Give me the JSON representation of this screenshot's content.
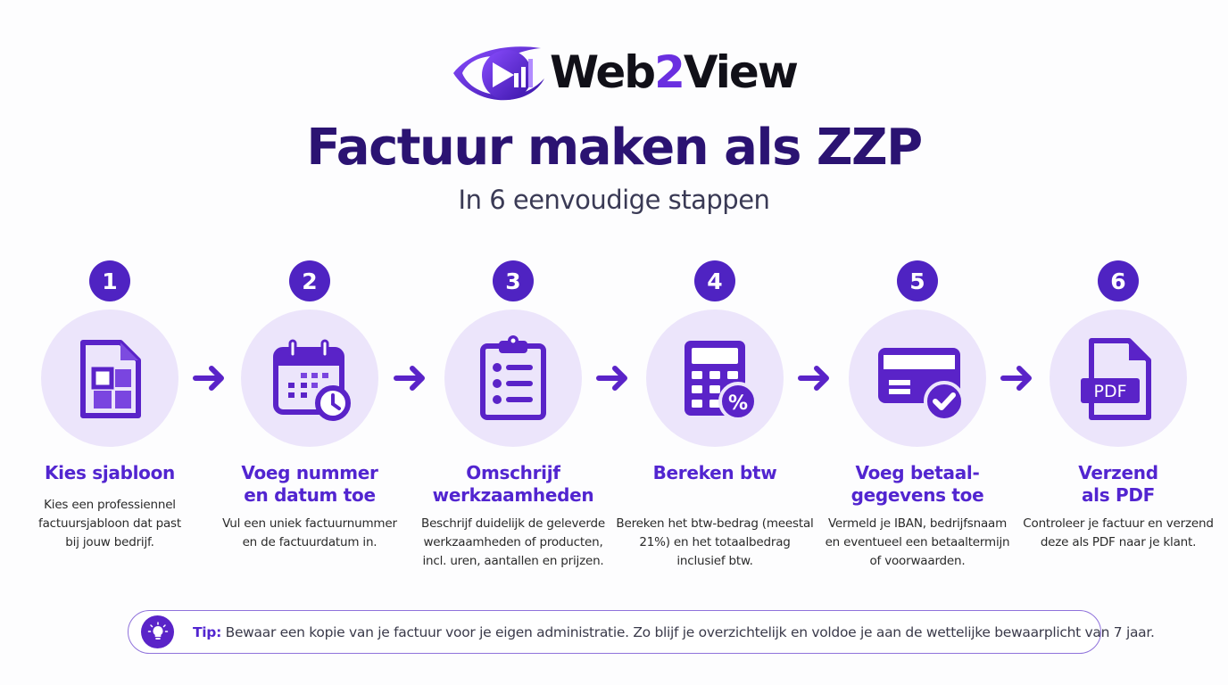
{
  "brand": {
    "logo_text_part1": "Web",
    "logo_text_part2": "2",
    "logo_text_part3": "View",
    "accent_color": "#6a2fe0"
  },
  "header": {
    "title": "Factuur maken als ZZP",
    "subtitle": "In 6 eenvoudige stappen"
  },
  "steps": [
    {
      "number": "1",
      "icon": "template-document-icon",
      "title_line1": "Kies sjabloon",
      "title_line2": "",
      "desc_lines": [
        "Kies een professiennel",
        "factuursjabloon dat past",
        "bij jouw bedrijf."
      ]
    },
    {
      "number": "2",
      "icon": "calendar-clock-icon",
      "title_line1": "Voeg nummer",
      "title_line2": "en datum toe",
      "desc_lines": [
        "Vul een uniek factuurnummer",
        "en de factuurdatum in.",
        ""
      ]
    },
    {
      "number": "3",
      "icon": "clipboard-list-icon",
      "title_line1": "Omschrijf",
      "title_line2": "werkzaamheden",
      "desc_lines": [
        "Beschrijf duidelijk de geleverde",
        "werkzaamheden of producten,",
        "incl. uren, aantallen en prijzen."
      ]
    },
    {
      "number": "4",
      "icon": "calculator-percent-icon",
      "title_line1": "Bereken btw",
      "title_line2": "",
      "desc_lines": [
        "Bereken het btw-bedrag (meestal",
        "21%) en het totaalbedrag",
        "inclusief btw."
      ]
    },
    {
      "number": "5",
      "icon": "credit-card-check-icon",
      "title_line1": "Voeg betaal-",
      "title_line2": "gegevens toe",
      "desc_lines": [
        "Vermeld je IBAN, bedrijfsnaam",
        "en eventueel een betaaltermijn",
        "of voorwaarden."
      ]
    },
    {
      "number": "6",
      "icon": "pdf-document-icon",
      "icon_label": "PDF",
      "title_line1": "Verzend",
      "title_line2": "als PDF",
      "desc_lines": [
        "Controleer je factuur en verzend",
        "deze als PDF naar je klant.",
        ""
      ]
    }
  ],
  "tip": {
    "icon": "lightbulb-icon",
    "label": "Tip:",
    "text": " Bewaar een kopie van je factuur voor je eigen administratie. Zo blijf je overzichtelijk en voldoe je aan de wettelijke bewaarplicht van 7 jaar."
  },
  "colors": {
    "primary": "#5225d0",
    "badge": "#4f23c2",
    "icon": "#5a23c8",
    "circle_bg": "#ece5fb",
    "title": "#2b1372"
  }
}
